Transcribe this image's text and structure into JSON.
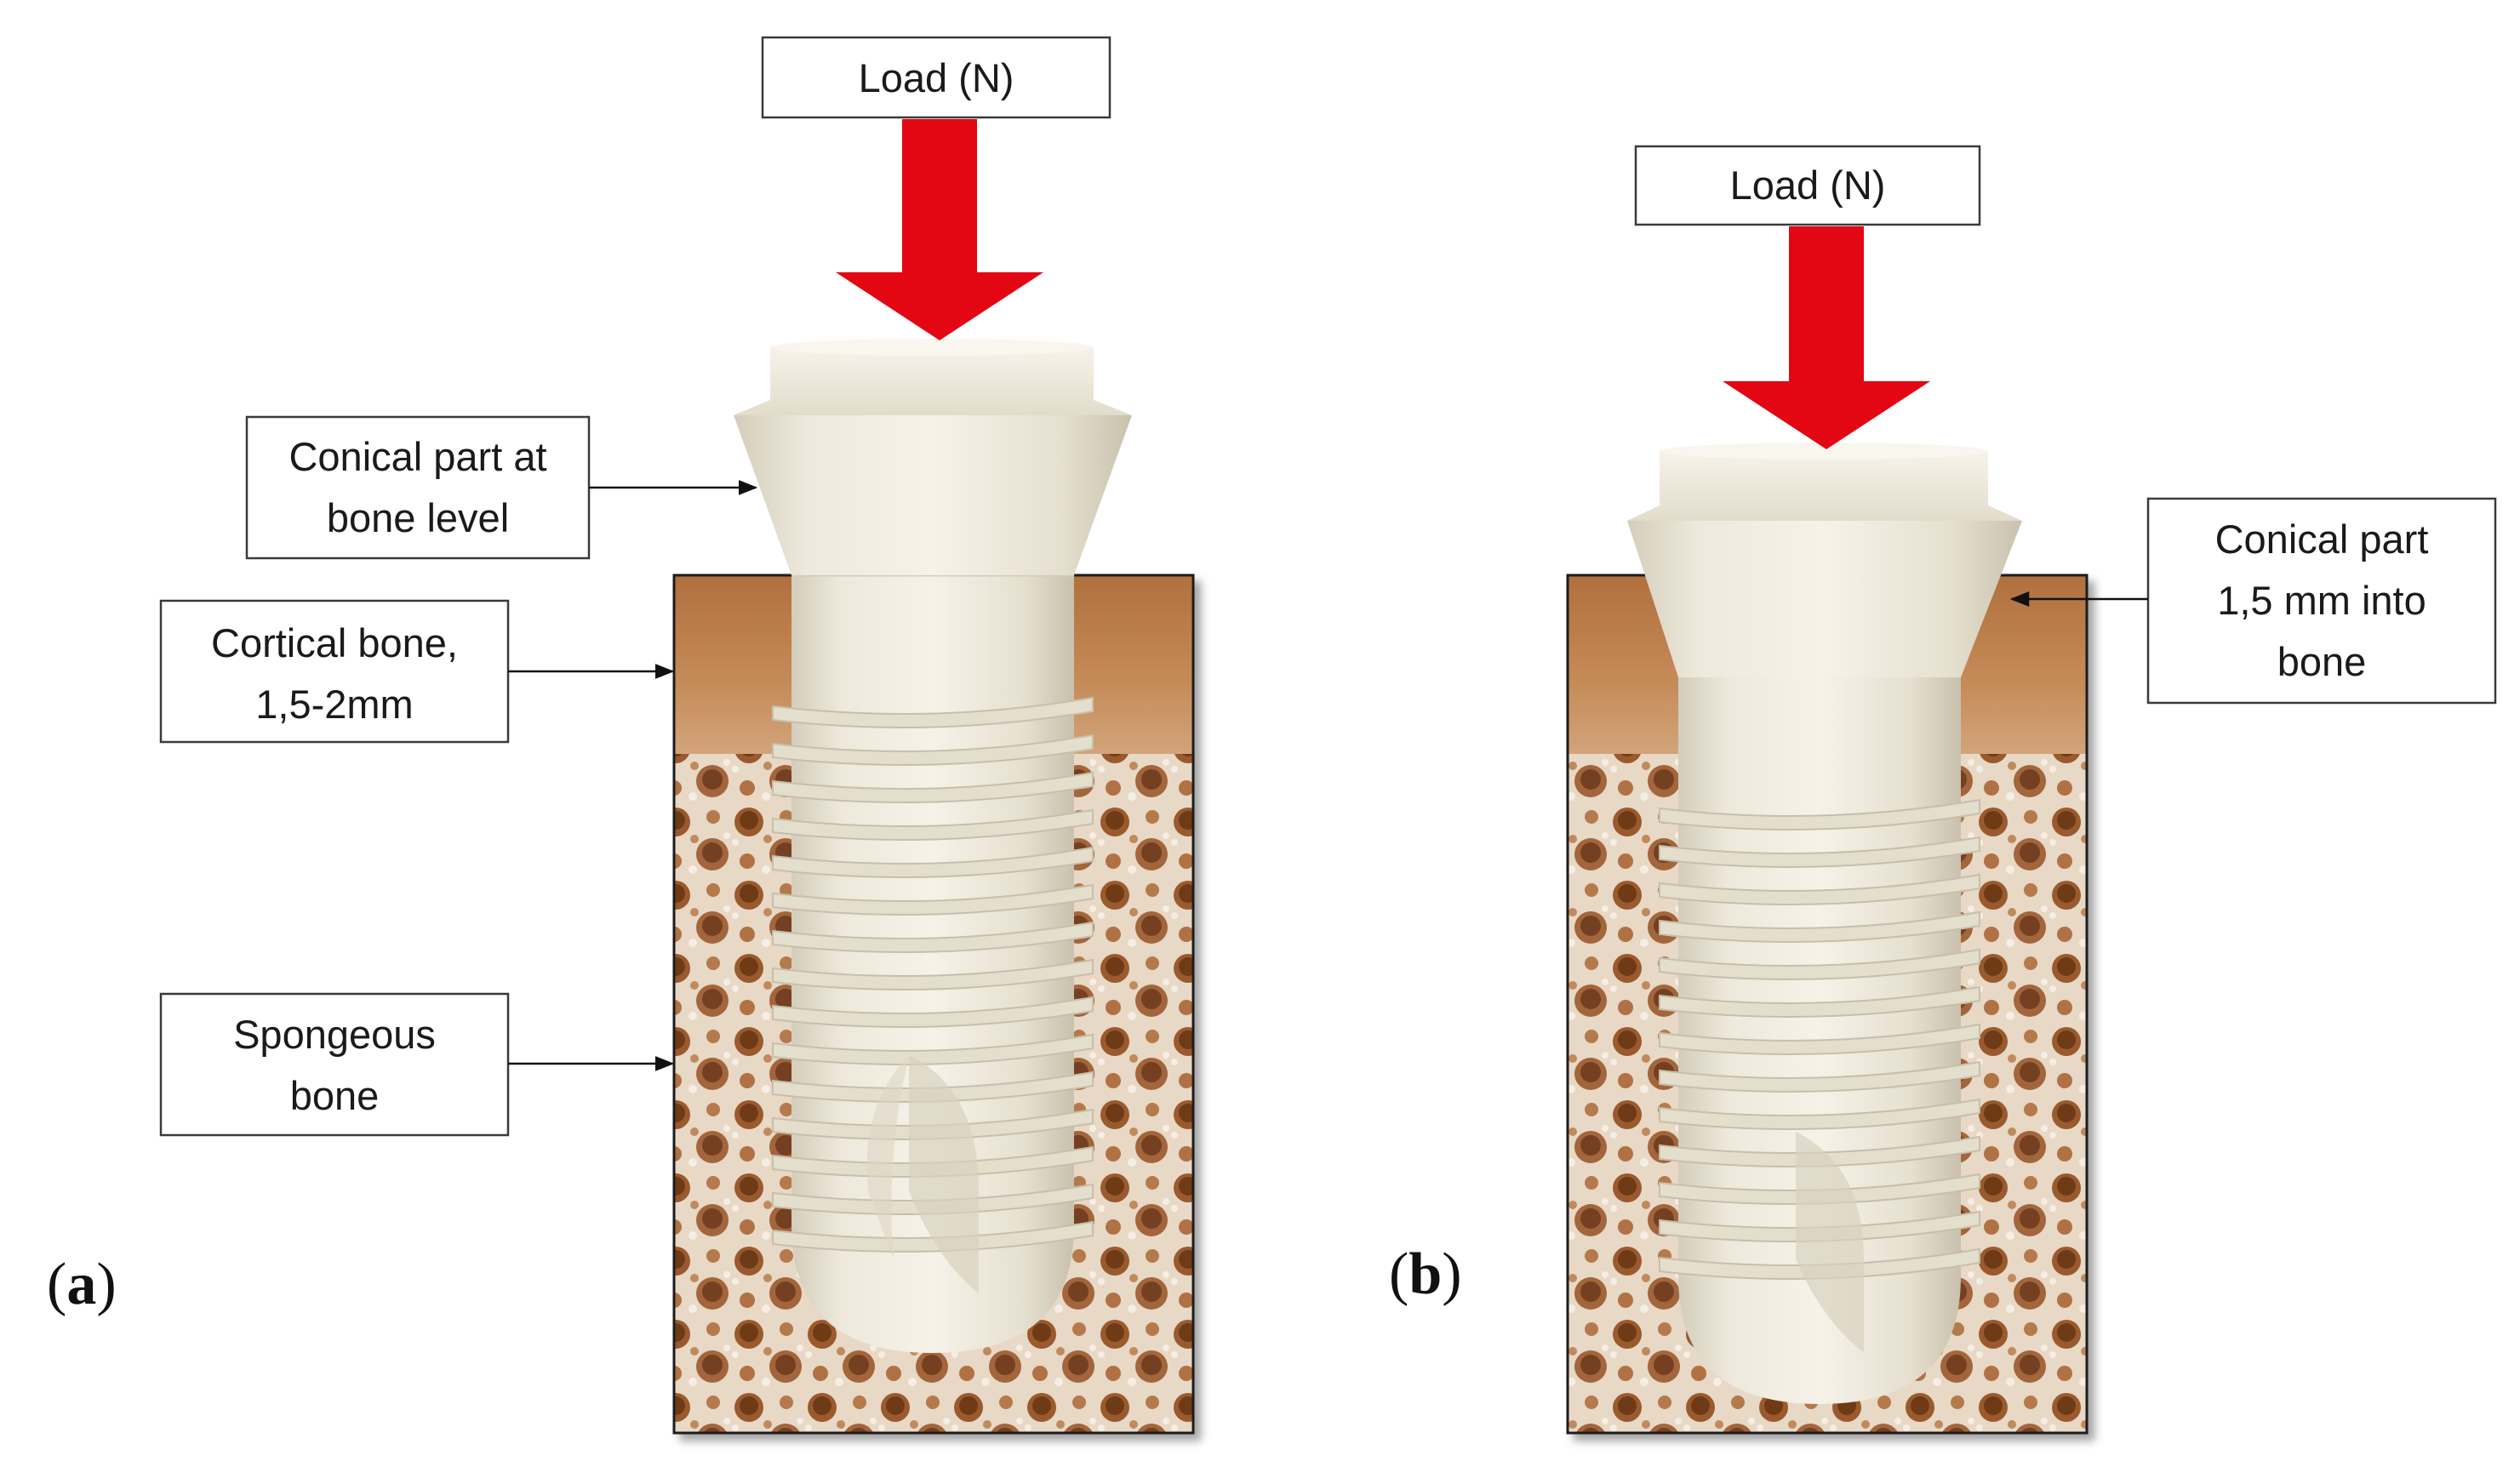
{
  "figure": {
    "panel_a": {
      "letter": "a",
      "load_label": "Load (N)",
      "labels": {
        "conical_line1": "Conical part at",
        "conical_line2": "bone level",
        "cortical_line1": "Cortical bone,",
        "cortical_line2": "1,5-2mm",
        "spongeous_line1": "Spongeous",
        "spongeous_line2": "bone"
      }
    },
    "panel_b": {
      "letter": "b",
      "load_label": "Load (N)",
      "labels": {
        "conical_line1": "Conical part",
        "conical_line2": "1,5 mm into",
        "conical_line3": "bone"
      }
    }
  },
  "colors": {
    "load_arrow": "#e30613",
    "implant": "#ebe6d8",
    "cortical_bone": "#b47a4a",
    "spongeous_bone": "#c99668",
    "pore": "#8a5228"
  }
}
